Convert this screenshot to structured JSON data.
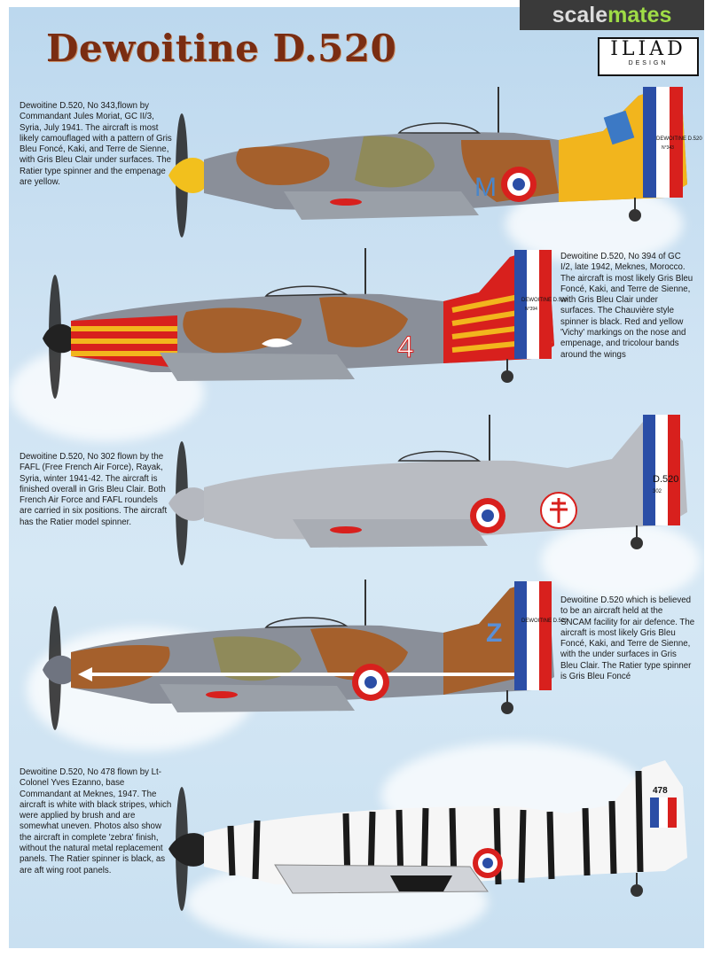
{
  "header": {
    "title": "Dewoitine D.520",
    "watermark_a": "scale",
    "watermark_b": "mates",
    "logo_line1": "ILIAD",
    "logo_line2": "DESIGN"
  },
  "aircraft": [
    {
      "caption": "Dewoitine D.520, No 343,flown by Commandant Jules Moriat, GC II/3, Syria, July 1941. The aircraft is most likely camouflaged with a pattern of Gris Bleu Foncé, Kaki, and Terre de Sienne, with Gris Bleu Clair under surfaces. The Ratier type spinner and the empenage are yellow.",
      "code": "M",
      "tail_text": "DEWOITINE D.520",
      "tail_no": "N°343"
    },
    {
      "caption": "Dewoitine D.520, No 394 of GC I/2, late 1942, Meknes, Morocco. The aircraft is most likely Gris Bleu Foncé, Kaki, and Terre de Sienne, with Gris Bleu Clair under surfaces. The Chauvière style spinner is black. Red and yellow 'Vichy' markings on the nose and empenage, and tricolour bands around the wings",
      "code": "4",
      "tail_text": "DEWOITINE D.520",
      "tail_no": "N°394"
    },
    {
      "caption": "Dewoitine D.520, No 302 flown by the FAFL (Free French Air Force), Rayak, Syria, winter 1941-42. The aircraft is finished overall in Gris Bleu Clair. Both French Air Force and FAFL roundels are carried in six positions. The aircraft has the Ratier model spinner.",
      "tail_text": "D.520",
      "tail_no": "302"
    },
    {
      "caption": "Dewoitine D.520 which is believed to be an aircraft held at the SNCAM facility for air defence. The aircraft is most likely Gris Bleu Foncé, Kaki, and Terre de Sienne, with the under surfaces in Gris Bleu Clair. The Ratier type spinner is Gris Bleu Foncé",
      "code": "Z",
      "tail_text": "DEWOITINE D.520",
      "tail_no": ""
    },
    {
      "caption": "Dewoitine D.520, No 478 flown by Lt-Colonel Yves Ezanno, base Commandant at Meknes, 1947. The aircraft is white with black stripes, which were applied by brush and are somewhat uneven. Photos also show the aircraft in complete 'zebra' finish, without the natural metal replacement panels. The Ratier spinner is black, as are aft wing root panels.",
      "tail_no": "478"
    }
  ],
  "colors": {
    "gris_bleu_fonce": "#8a8f99",
    "kaki": "#8f8a5a",
    "terre_de_sienne": "#a5602c",
    "gris_bleu_clair": "#b9bcc2",
    "yellow": "#f2b51d",
    "red": "#d8201d",
    "blue": "#2b4ea6",
    "title": "#7a2d12"
  }
}
